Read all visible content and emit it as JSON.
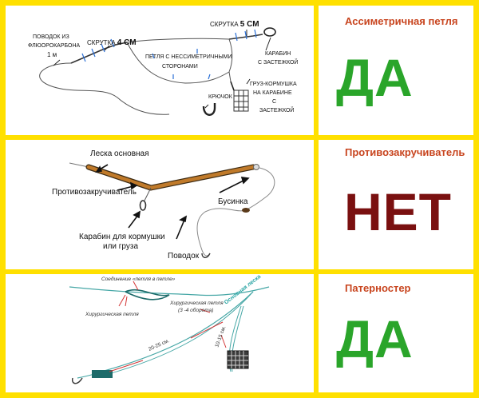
{
  "colors": {
    "border": "#ffe000",
    "title": "#c8451f",
    "yes": "#2aa52a",
    "no": "#7a1010",
    "swivel": "#c07a2a",
    "line": "#46a7a6",
    "arrow": "#d33535"
  },
  "rows": [
    {
      "title": "Ассиметричная петля",
      "answer": "ДА",
      "answer_color": "#2aa52a"
    },
    {
      "title": "Противозакручиватель",
      "answer": "НЕТ",
      "answer_color": "#7a1010"
    },
    {
      "title": "Патерностер",
      "answer": "ДА",
      "answer_color": "#2aa52a"
    }
  ],
  "diagram1": {
    "leader_l1": "ПОВОДОК ИЗ",
    "leader_l2": "ФЛЮОРОКАРБОНА",
    "leader_l3": "1 м",
    "twist4_a": "СКРУТКА",
    "twist4_b": "4 СМ",
    "twist5_a": "СКРУТКА",
    "twist5_b": "5 СМ",
    "loop_l1": "ПЕТЛЯ С НЕССИМЕТРИЧНЫМИ",
    "loop_l2": "СТОРОНАМИ",
    "carabiner_l1": "КАРАБИН",
    "carabiner_l2": "С ЗАСТЕЖКОЙ",
    "sinker_l1": "ГРУЗ-КОРМУШКА",
    "sinker_l2": "НА КАРАБИНЕ",
    "sinker_l3": "С",
    "sinker_l4": "ЗАСТЕЖКОЙ",
    "hook": "КРЮЧОК"
  },
  "diagram2": {
    "mainline": "Леска основная",
    "antitangle": "Противозакручиватель",
    "bead": "Бусинка",
    "carabiner_l1": "Карабин для кормушки",
    "carabiner_l2": "или груза",
    "leader": "Поводок"
  },
  "diagram3": {
    "joint": "Соединение «петля в петле»",
    "surgeon_loop": "Хирургическая петля",
    "surgeon_loop2_l1": "Хирургическая петля",
    "surgeon_loop2_l2": "(3 -4 оборота)",
    "mainline": "Основная леска",
    "len1": "20-25 см.",
    "len2": "10-15 см."
  }
}
